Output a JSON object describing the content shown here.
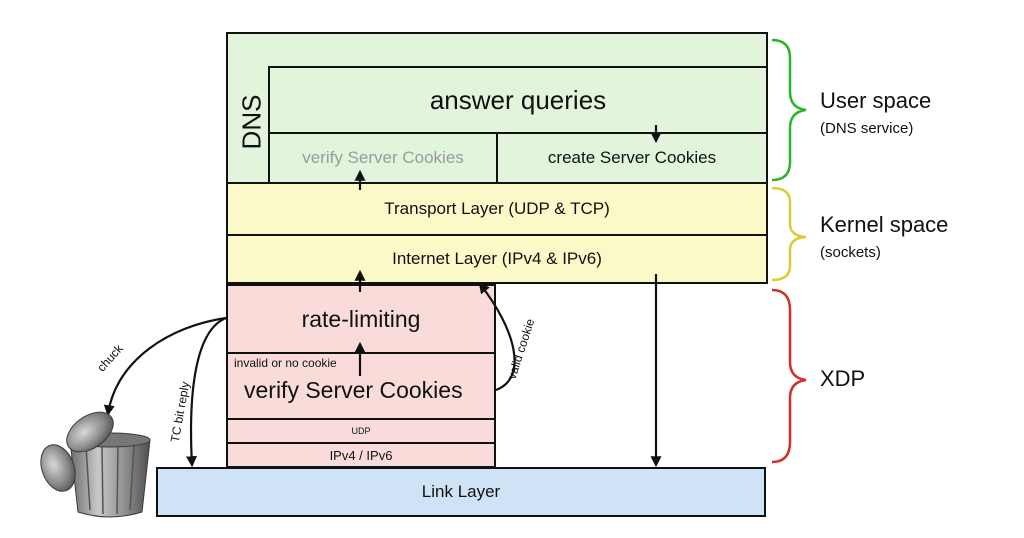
{
  "colors": {
    "user_space": "#e2f5dc",
    "kernel_space": "#fbf9c8",
    "xdp": "#f9dcda",
    "link": "#cfe2f6",
    "brace_user": "#2bb52b",
    "brace_kernel": "#d9cd3a",
    "brace_xdp": "#d0312d",
    "gray_text": "#9a9a9a"
  },
  "user_space": {
    "dns_label": "DNS",
    "answer_queries": "answer queries",
    "verify_cookies": "verify Server Cookies",
    "create_cookies": "create Server Cookies"
  },
  "kernel_space": {
    "transport": "Transport Layer (UDP & TCP)",
    "internet": "Internet Layer (IPv4 & IPv6)"
  },
  "xdp": {
    "rate_limiting": "rate-limiting",
    "invalid_cookie": "invalid or no cookie",
    "verify_cookies": "verify Server Cookies",
    "udp": "UDP",
    "ip": "IPv4 / IPv6"
  },
  "link_layer": "Link Layer",
  "arrows": {
    "valid_cookie": "valid cookie",
    "tc_bit_reply": "TC bit reply",
    "chuck": "chuck"
  },
  "legend": {
    "user_title": "User space",
    "user_sub": "(DNS service)",
    "kernel_title": "Kernel space",
    "kernel_sub": "(sockets)",
    "xdp_title": "XDP"
  },
  "icons": [
    "trash-can-icon"
  ]
}
